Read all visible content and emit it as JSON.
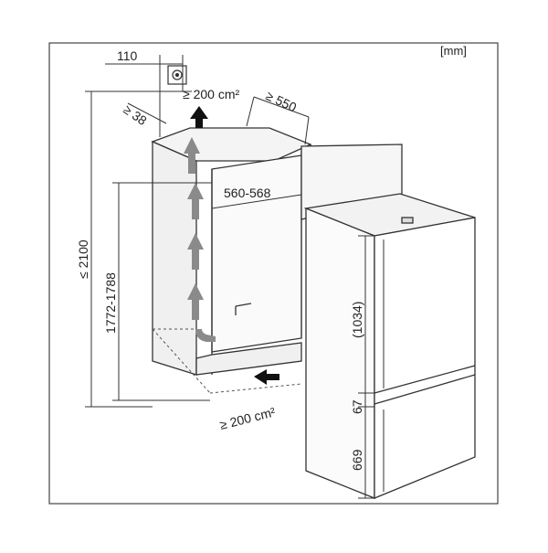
{
  "diagram": {
    "unit_label": "[mm]",
    "dimensions": {
      "vent_offset": "110",
      "vent_area_top": "≥ 200 cm²",
      "gap_top": "≥ 38",
      "niche_depth": "≥ 550",
      "niche_width": "560-568",
      "total_height": "≤ 2100",
      "niche_height": "1772-1788",
      "vent_area_bottom": "≥ 200 cm²",
      "upper_door": "(1034)",
      "door_gap": "67",
      "lower_door": "669"
    },
    "colors": {
      "line": "#333333",
      "airflow_arrow": "#8a8a8a",
      "solid_arrow": "#111111",
      "cabinet_fill": "#f2f2f2"
    }
  }
}
